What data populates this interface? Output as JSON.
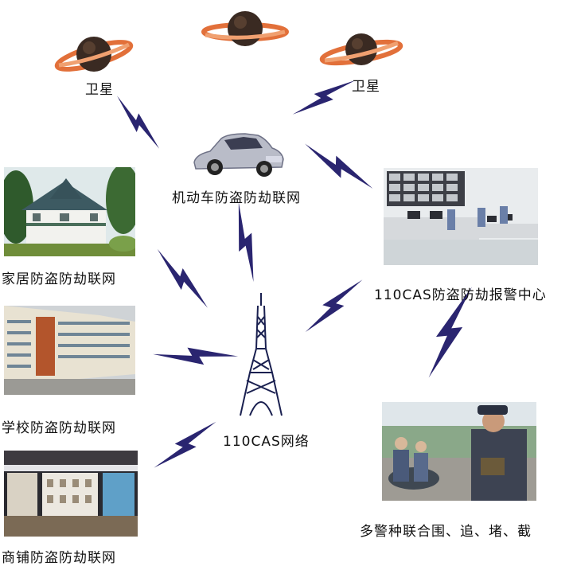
{
  "satellite_label": "卫星",
  "nodes": {
    "vehicle": "机动车防盗防劫联网",
    "home": "家居防盗防劫联网",
    "school": "学校防盗防劫联网",
    "shop": "商铺防盗防劫联网",
    "center": "110CAS防盗防劫报警中心",
    "network": "110CAS网络",
    "police": "多警种联合围、追、堵、截"
  },
  "colors": {
    "lightning": "#2a2570",
    "planet_ring": "#e2703a",
    "planet_body": "#3a2a22"
  }
}
